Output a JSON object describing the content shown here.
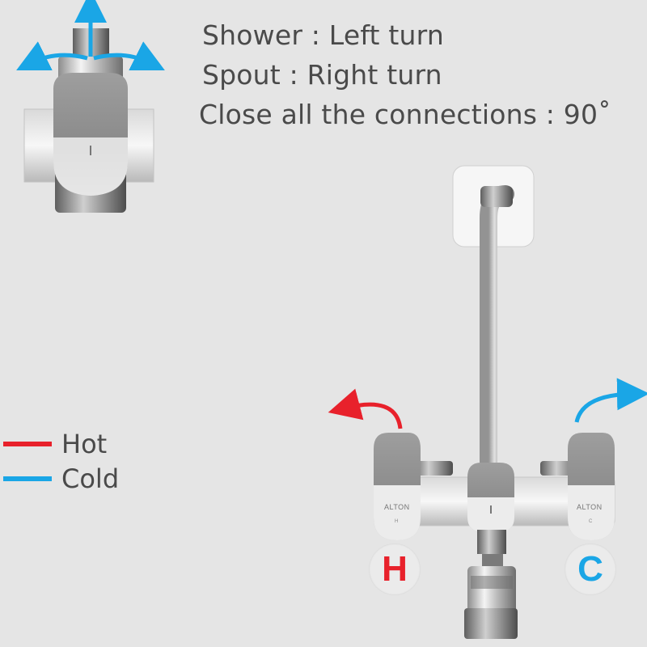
{
  "instructions": {
    "shower": "Shower : Left turn",
    "spout": "Spout : Right turn",
    "close": "Close all the connections : 90˚"
  },
  "legend": [
    {
      "label": "Hot",
      "color": "#e8212b"
    },
    {
      "label": "Cold",
      "color": "#1aa6e6"
    }
  ],
  "faucet": {
    "brand_left": "ALTON",
    "brand_right": "ALTON",
    "mark_left": "H",
    "mark_right": "C"
  },
  "badges": {
    "hot": "H",
    "cold": "C",
    "hot_color": "#e8212b",
    "cold_color": "#1aa6e6"
  },
  "arrow_color": "#1aa6e6"
}
